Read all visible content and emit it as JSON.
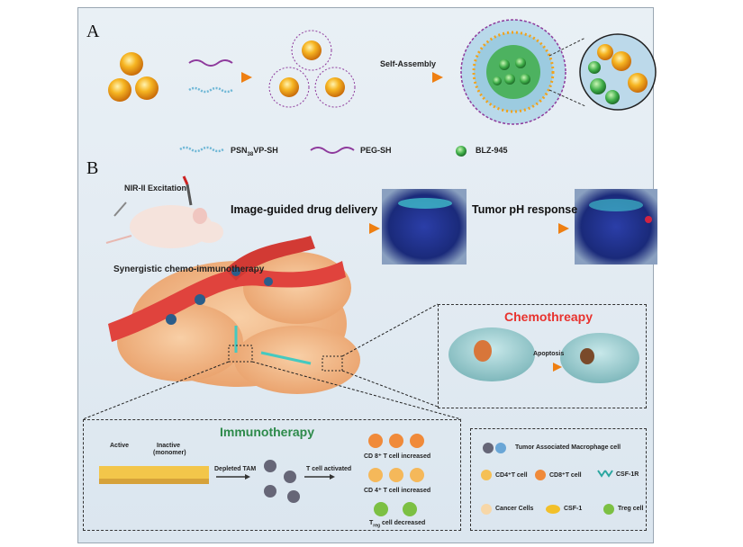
{
  "panel_a": {
    "label": "A",
    "self_assembly": "Self-Assembly",
    "legend_psn": "PSN",
    "legend_psn_sub": "38",
    "legend_psn_suffix": "VP-SH",
    "legend_peg": "PEG-SH",
    "legend_blz": "BLZ-945"
  },
  "panel_b": {
    "label": "B",
    "nir": "NIR-II Excitation",
    "image_guided": "Image-guided drug delivery",
    "tumor_ph": "Tumor pH response",
    "synergistic": "Synergistic chemo-immunotherapy",
    "chemo_title": "Chemothreapy",
    "apoptosis": "Apoptosis",
    "immuno_title": "Immunotherapy",
    "active": "Active",
    "inactive": "Inactive",
    "monomer": "(monomer)",
    "depleted_tam": "Depleted TAM",
    "t_cell_activated": "T cell activated",
    "cd8_increased": "CD 8⁺ T cell increased",
    "cd4_increased": "CD 4⁺ T cell increased",
    "treg_decreased_prefix": "T",
    "treg_decreased_sub": "reg",
    "treg_decreased_suffix": " cell decreased"
  },
  "legend": {
    "tam": "Tumor Associated Macrophage cell",
    "cd4": "CD4⁺T cell",
    "cd8": "CD8⁺T cell",
    "csf1r": "CSF-1R",
    "cancer": "Cancer Cells",
    "csf1": "CSF-1",
    "treg": "Treg cell"
  },
  "colors": {
    "gold": "#f2a21a",
    "purple": "#8e3a9c",
    "green": "#3fae49",
    "red_vessel": "#e0433d",
    "tumor": "#f1b88a",
    "arrow": "#f08a1c",
    "chemo_red": "#e8322e",
    "immuno_green": "#2d8a4a"
  }
}
